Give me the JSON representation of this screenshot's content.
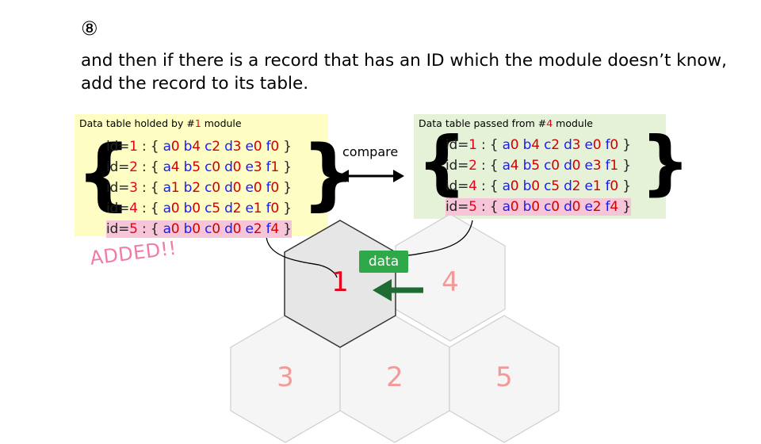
{
  "step": "⑧",
  "caption_line1": "and then if there is a record that has an ID which the module doesn’t know,",
  "caption_line2": "add the record to its table.",
  "left_table": {
    "title_prefix": "Data table holded by #",
    "title_num": "1",
    "title_suffix": " module",
    "records": [
      {
        "id_label": "id=",
        "id": "1",
        "sep": " : { ",
        "vals": [
          "a0",
          "b4",
          "c2",
          "d3",
          "e0",
          "f0"
        ],
        "close": " }",
        "highlight": false
      },
      {
        "id_label": "id=",
        "id": "2",
        "sep": " : { ",
        "vals": [
          "a4",
          "b5",
          "c0",
          "d0",
          "e3",
          "f1"
        ],
        "close": " }",
        "highlight": false
      },
      {
        "id_label": "id=",
        "id": "3",
        "sep": " : { ",
        "vals": [
          "a1",
          "b2",
          "c0",
          "d0",
          "e0",
          "f0"
        ],
        "close": " }",
        "highlight": false
      },
      {
        "id_label": "id=",
        "id": "4",
        "sep": " : { ",
        "vals": [
          "a0",
          "b0",
          "c5",
          "d2",
          "e1",
          "f0"
        ],
        "close": " }",
        "highlight": false
      },
      {
        "id_label": "id=",
        "id": "5",
        "sep": " : { ",
        "vals": [
          "a0",
          "b0",
          "c0",
          "d0",
          "e2",
          "f4"
        ],
        "close": " }",
        "highlight": true
      }
    ],
    "bg": "#fdfdc4"
  },
  "right_table": {
    "title_prefix": "Data table passed from #",
    "title_num": "4",
    "title_suffix": " module",
    "records": [
      {
        "id_label": "id=",
        "id": "1",
        "sep": " : { ",
        "vals": [
          "a0",
          "b4",
          "c2",
          "d3",
          "e0",
          "f0"
        ],
        "close": " }",
        "highlight": false
      },
      {
        "id_label": "id=",
        "id": "2",
        "sep": " : { ",
        "vals": [
          "a4",
          "b5",
          "c0",
          "d0",
          "e3",
          "f1"
        ],
        "close": " }",
        "highlight": false
      },
      {
        "id_label": "id=",
        "id": "4",
        "sep": " : { ",
        "vals": [
          "a0",
          "b0",
          "c5",
          "d2",
          "e1",
          "f0"
        ],
        "close": " }",
        "highlight": false
      },
      {
        "id_label": "id=",
        "id": "5",
        "sep": " : { ",
        "vals": [
          "a0",
          "b0",
          "c0",
          "d0",
          "e2",
          "f4"
        ],
        "close": " }",
        "highlight": true
      }
    ],
    "bg": "#e6f2d8"
  },
  "added_label": "ADDED!!",
  "compare_label": "compare",
  "data_label": "data",
  "modules": [
    {
      "label": "1",
      "active": true
    },
    {
      "label": "4",
      "active": false
    },
    {
      "label": "3",
      "active": false
    },
    {
      "label": "2",
      "active": false
    },
    {
      "label": "5",
      "active": false
    }
  ],
  "colors": {
    "id_num": "#e8001c",
    "letter": "#1a1aff",
    "digit": "#d00000",
    "highlight": "#f6c6d8",
    "data_tag": "#2fa84a",
    "arrow": "#1e6b34",
    "added": "#f07aa8",
    "active_hex": "#e6e6e6",
    "inactive_hex": "#f5f5f5",
    "inactive_label": "#f29a9a",
    "active_label": "#e8001c"
  }
}
